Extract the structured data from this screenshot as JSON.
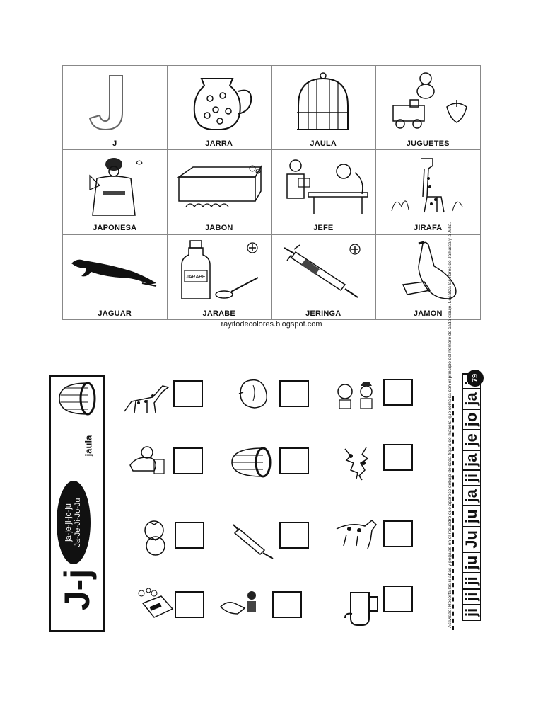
{
  "grid": [
    {
      "label": "J",
      "icon": "letter-j-icon"
    },
    {
      "label": "JARRA",
      "icon": "jug-icon"
    },
    {
      "label": "JAULA",
      "icon": "birdcage-icon"
    },
    {
      "label": "JUGUETES",
      "icon": "toys-icon"
    },
    {
      "label": "JAPONESA",
      "icon": "japanese-woman-icon"
    },
    {
      "label": "JABON",
      "icon": "soap-icon"
    },
    {
      "label": "JEFE",
      "icon": "boss-icon"
    },
    {
      "label": "JIRAFA",
      "icon": "giraffe-icon"
    },
    {
      "label": "JAGUAR",
      "icon": "jaguar-icon"
    },
    {
      "label": "JARABE",
      "icon": "syrup-icon"
    },
    {
      "label": "JERINGA",
      "icon": "syringe-icon"
    },
    {
      "label": "JAMON",
      "icon": "ham-icon"
    }
  ],
  "credit": "rayitodecolores.blogspot.com",
  "worksheet": {
    "big_letter": "J-j",
    "syllables_line1": "ja-je-ji-jo-ju",
    "syllables_line2": "Ja-Je-Ji-Jo-Ju",
    "cage_label": "jaula",
    "page_number": "79",
    "activity_text": "Actividad: Recorta las sílabas y pégalas en el recuadro que aparece debajo de cada figura de manera que coincida con el principio del nombre de cada dibujo. Localiza las flores de Jamaica y a Julia.",
    "syllable_cards": [
      "ji",
      "ji",
      "ji",
      "ju",
      "Ju",
      "ju",
      "ja",
      "ji",
      "ja",
      "je",
      "jo",
      "ja",
      "ja"
    ]
  }
}
